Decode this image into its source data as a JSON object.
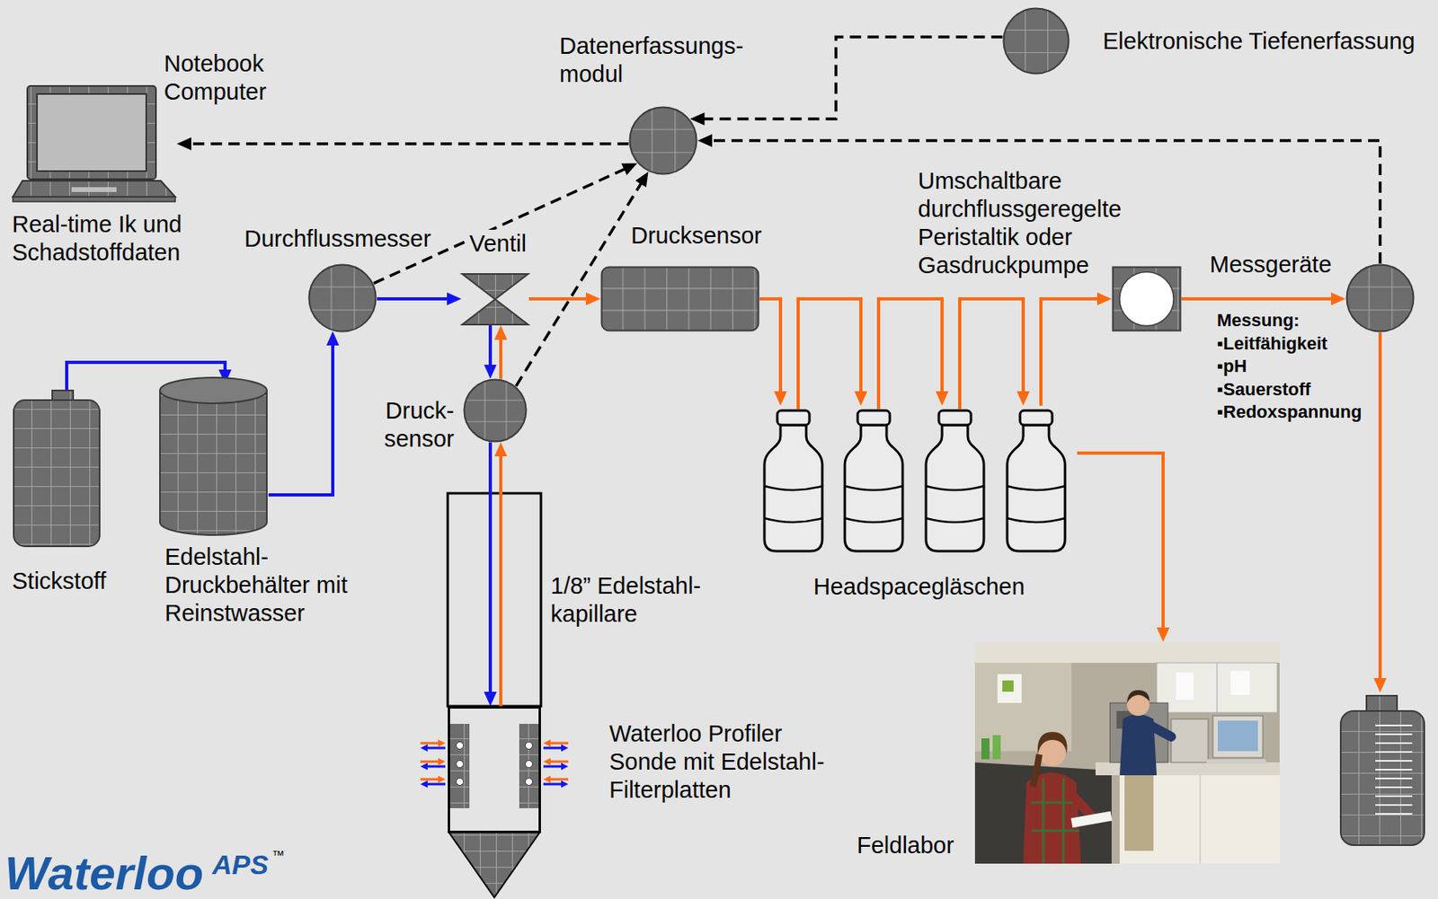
{
  "diagram": {
    "nodes": [
      {
        "text": [
          "Notebook Computer",
          "Real-time Ik und Schadstoffdaten"
        ]
      },
      {
        "text": [
          "Datenerfassungs- modul"
        ]
      },
      {
        "text": [
          "Elektronische Tiefenerfassung"
        ]
      },
      {
        "text": [
          "Durchflussmesser"
        ]
      },
      {
        "text": [
          "Ventil"
        ]
      },
      {
        "text": [
          "Druck- sensor"
        ]
      },
      {
        "text": [
          "Drucksensor"
        ]
      },
      {
        "text": [
          "Umschaltbare durchflussgeregelte Peristaltik oder Gasdruckpumpe"
        ]
      },
      {
        "text": [
          "Messgeräte",
          "Messung:",
          "▪Leitfähigkeit",
          "▪pH",
          "▪Sauerstoff",
          "▪Redoxspannung"
        ]
      },
      {
        "text": [
          "Stickstoff"
        ]
      },
      {
        "text": [
          "Edelstahl- Druckbehälter mit Reinstwasser"
        ]
      },
      {
        "text": [
          "Waterloo Profiler Sonde mit Edelstahl- Filterplatten"
        ]
      },
      {
        "text": [
          "Headspacegläschen"
        ]
      },
      {
        "text": [
          "Feldlabor"
        ]
      }
    ],
    "edges": [
      {
        "from": 9,
        "to": 10,
        "arrow": "to"
      },
      {
        "from": 10,
        "to": 3,
        "arrow": "to"
      },
      {
        "from": 3,
        "to": 4,
        "arrow": "to"
      },
      {
        "from": 4,
        "to": 5,
        "arrow": "to"
      },
      {
        "from": 5,
        "to": 4,
        "arrow": "to"
      },
      {
        "from": 5,
        "to": 11,
        "arrow": "to"
      },
      {
        "from": 11,
        "to": 5,
        "arrow": "to"
      },
      {
        "from": 4,
        "to": 6,
        "arrow": "to"
      },
      {
        "from": 6,
        "to": 12,
        "arrow": "to"
      },
      {
        "from": 12,
        "to": 7,
        "arrow": "to"
      },
      {
        "from": 7,
        "to": 8,
        "arrow": "to"
      },
      {
        "from": 12,
        "to": 13,
        "arrow": "to"
      },
      {
        "from": 3,
        "to": 1,
        "arrow": "to"
      },
      {
        "from": 5,
        "to": 1,
        "arrow": "to"
      },
      {
        "from": 2,
        "to": 1,
        "arrow": "to"
      },
      {
        "from": 8,
        "to": 1,
        "arrow": "to"
      },
      {
        "from": 1,
        "to": 0,
        "arrow": "to"
      }
    ],
    "labels": [
      "1/8” Edelstahl- kapillare",
      "Waterloo",
      "APS",
      "™"
    ]
  }
}
